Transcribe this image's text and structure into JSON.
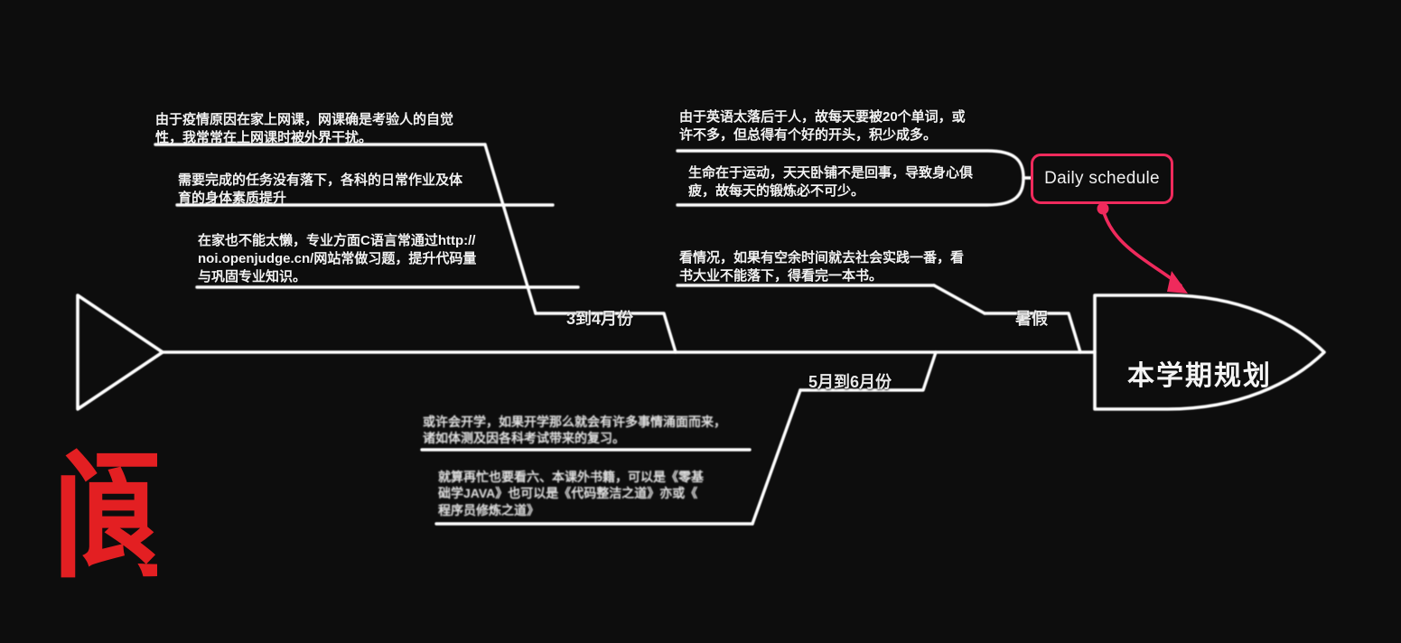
{
  "diagram": {
    "type": "fishbone",
    "title": "本学期规划",
    "tail_shape": "triangle-outline",
    "head_shape": "bullet-arrow-outline",
    "colors": {
      "background": "#0d0d0d",
      "line": "#ffffff",
      "text": "#f2f2f2",
      "accent": "#ef2a5c",
      "seal": "#e31f22"
    },
    "seal_character": "阆"
  },
  "callout": {
    "label": "Daily schedule",
    "border_color": "#ef2a5c",
    "has_connector_dot": true,
    "arrow_target": "本学期规划"
  },
  "stages": [
    {
      "id": "stage-mar-apr",
      "label": "3到4月份"
    },
    {
      "id": "stage-may-jun",
      "label": "5月到6月份"
    },
    {
      "id": "stage-summer",
      "label": "暑假"
    }
  ],
  "notes": {
    "top_left": [
      "由于疫情原因在家上网课，网课确是考验人的自觉\n性，我常常在上网课时被外界干扰。",
      "需要完成的任务没有落下，各科的日常作业及体\n育的身体素质提升",
      "在家也不能太懒，专业方面C语言常通过http://\nnoi.openjudge.cn/网站常做习题，提升代码量\n与巩固专业知识。"
    ],
    "top_right": [
      "由于英语太落后于人，故每天要被20个单词，或\n许不多，但总得有个好的开头，积少成多。",
      "生命在于运动，天天卧铺不是回事，导致身心俱\n疲，故每天的锻炼必不可少。",
      "看情况，如果有空余时间就去社会实践一番，看\n书大业不能落下，得看完一本书。"
    ],
    "bottom": [
      "或许会开学，如果开学那么就会有许多事情涌面而来，\n诸如体测及因各科考试带来的复习。",
      "就算再忙也要看六、本课外书籍，可以是《零基\n础学JAVA》也可以是《代码整洁之道》亦或《\n程序员修炼之道》"
    ]
  }
}
